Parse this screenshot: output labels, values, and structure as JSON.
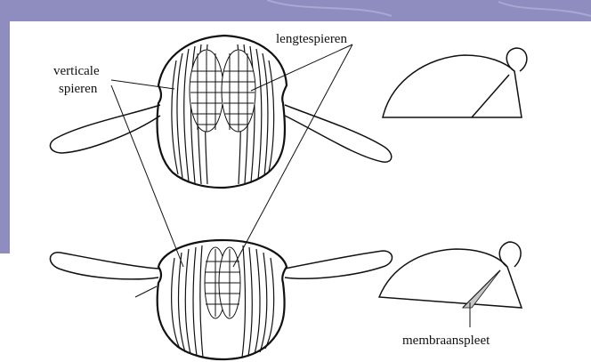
{
  "frame": {
    "color": "#8f8dbf",
    "panel": "#ffffff"
  },
  "labels": {
    "longitudinal": "lengtespieren",
    "vertical_line1": "verticale",
    "vertical_line2": "spieren",
    "membrane": "membraanspleet"
  },
  "stroke_color": "#111111",
  "membrane_fill": "#c7c7c7"
}
